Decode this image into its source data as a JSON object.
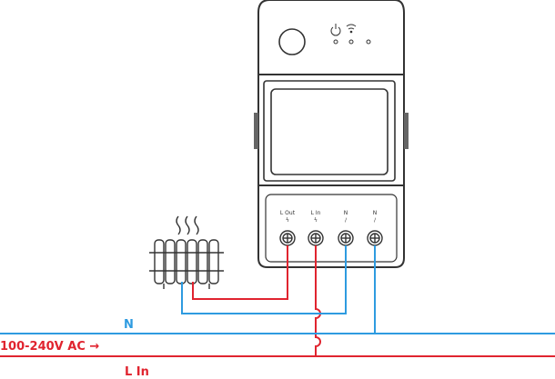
{
  "labels": {
    "neutral": "N",
    "live_in": "L In",
    "voltage": "100-240V AC →"
  },
  "terminals": [
    {
      "name": "L Out",
      "symbol": "ϟ"
    },
    {
      "name": "L In",
      "symbol": "ϟ"
    },
    {
      "name": "N",
      "symbol": "∕"
    },
    {
      "name": "N",
      "symbol": "∕"
    }
  ],
  "indicators": [
    "power-icon",
    "wifi-icon"
  ],
  "colors": {
    "live": "#e0242f",
    "neutral": "#2e9be0",
    "outline": "#333333",
    "device_fill": "#ffffff"
  }
}
